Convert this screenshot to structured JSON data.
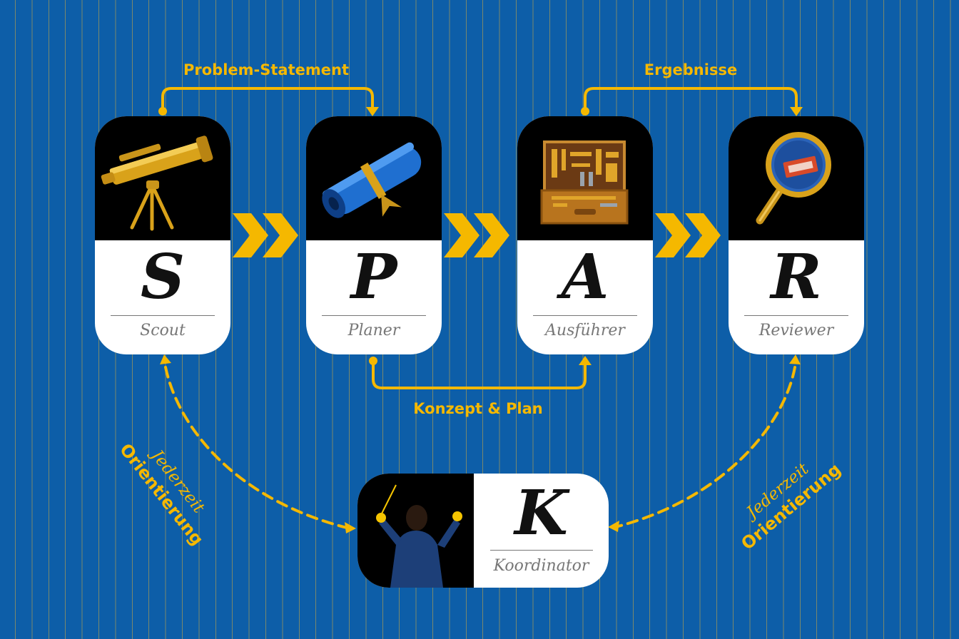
{
  "cards": [
    {
      "letter": "S",
      "role": "Scout",
      "icon": "telescope-icon"
    },
    {
      "letter": "P",
      "role": "Planer",
      "icon": "blueprint-roll-icon"
    },
    {
      "letter": "A",
      "role": "Ausführer",
      "icon": "toolbox-icon"
    },
    {
      "letter": "R",
      "role": "Reviewer",
      "icon": "magnifier-icon"
    }
  ],
  "coordinator": {
    "letter": "K",
    "role": "Koordinator",
    "icon": "conductor-icon"
  },
  "flows": {
    "scout_to_planer": "Problem-Statement",
    "executor_to_reviewer": "Ergebnisse",
    "planer_to_executor": "Konzept & Plan"
  },
  "orientation": {
    "line1": "Jederzeit",
    "line2": "Orientierung"
  },
  "colors": {
    "background": "#0d5ea8",
    "accent": "#f5b800",
    "card": "#ffffff",
    "image_panel": "#000000"
  }
}
